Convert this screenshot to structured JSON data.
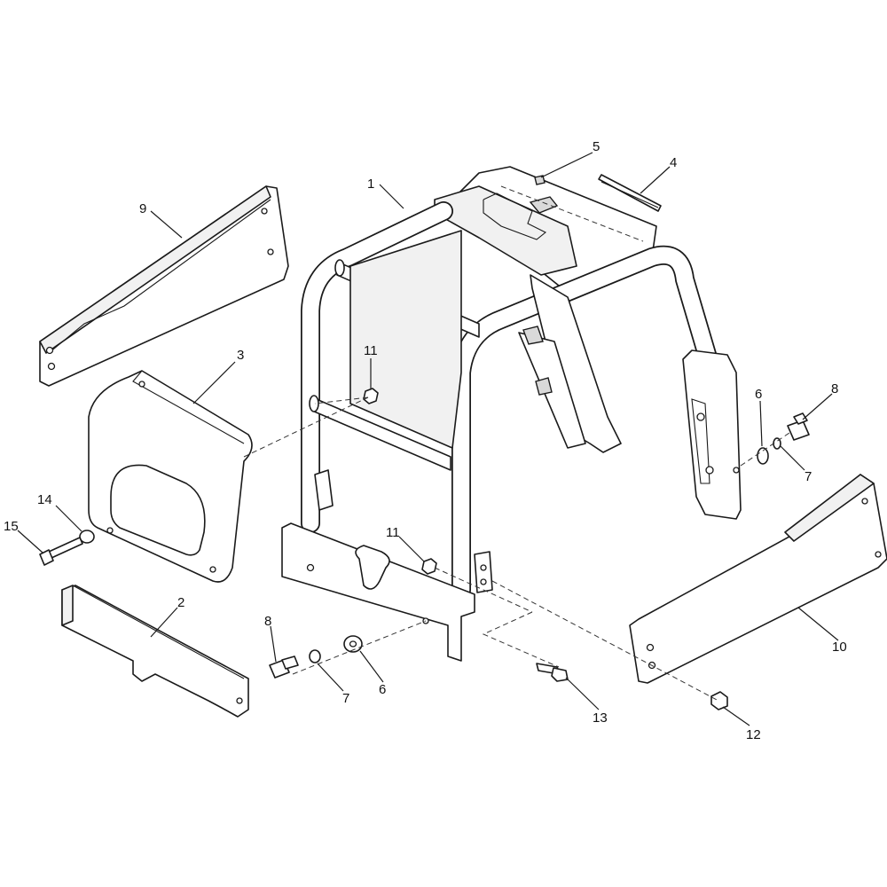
{
  "callouts": {
    "c1": "1",
    "c2": "2",
    "c3": "3",
    "c4": "4",
    "c5": "5",
    "c6a": "6",
    "c6b": "6",
    "c7a": "7",
    "c7b": "7",
    "c8a": "8",
    "c8b": "8",
    "c9": "9",
    "c10": "10",
    "c11a": "11",
    "c11b": "11",
    "c12": "12",
    "c13": "13",
    "c14": "14",
    "c15": "15"
  }
}
